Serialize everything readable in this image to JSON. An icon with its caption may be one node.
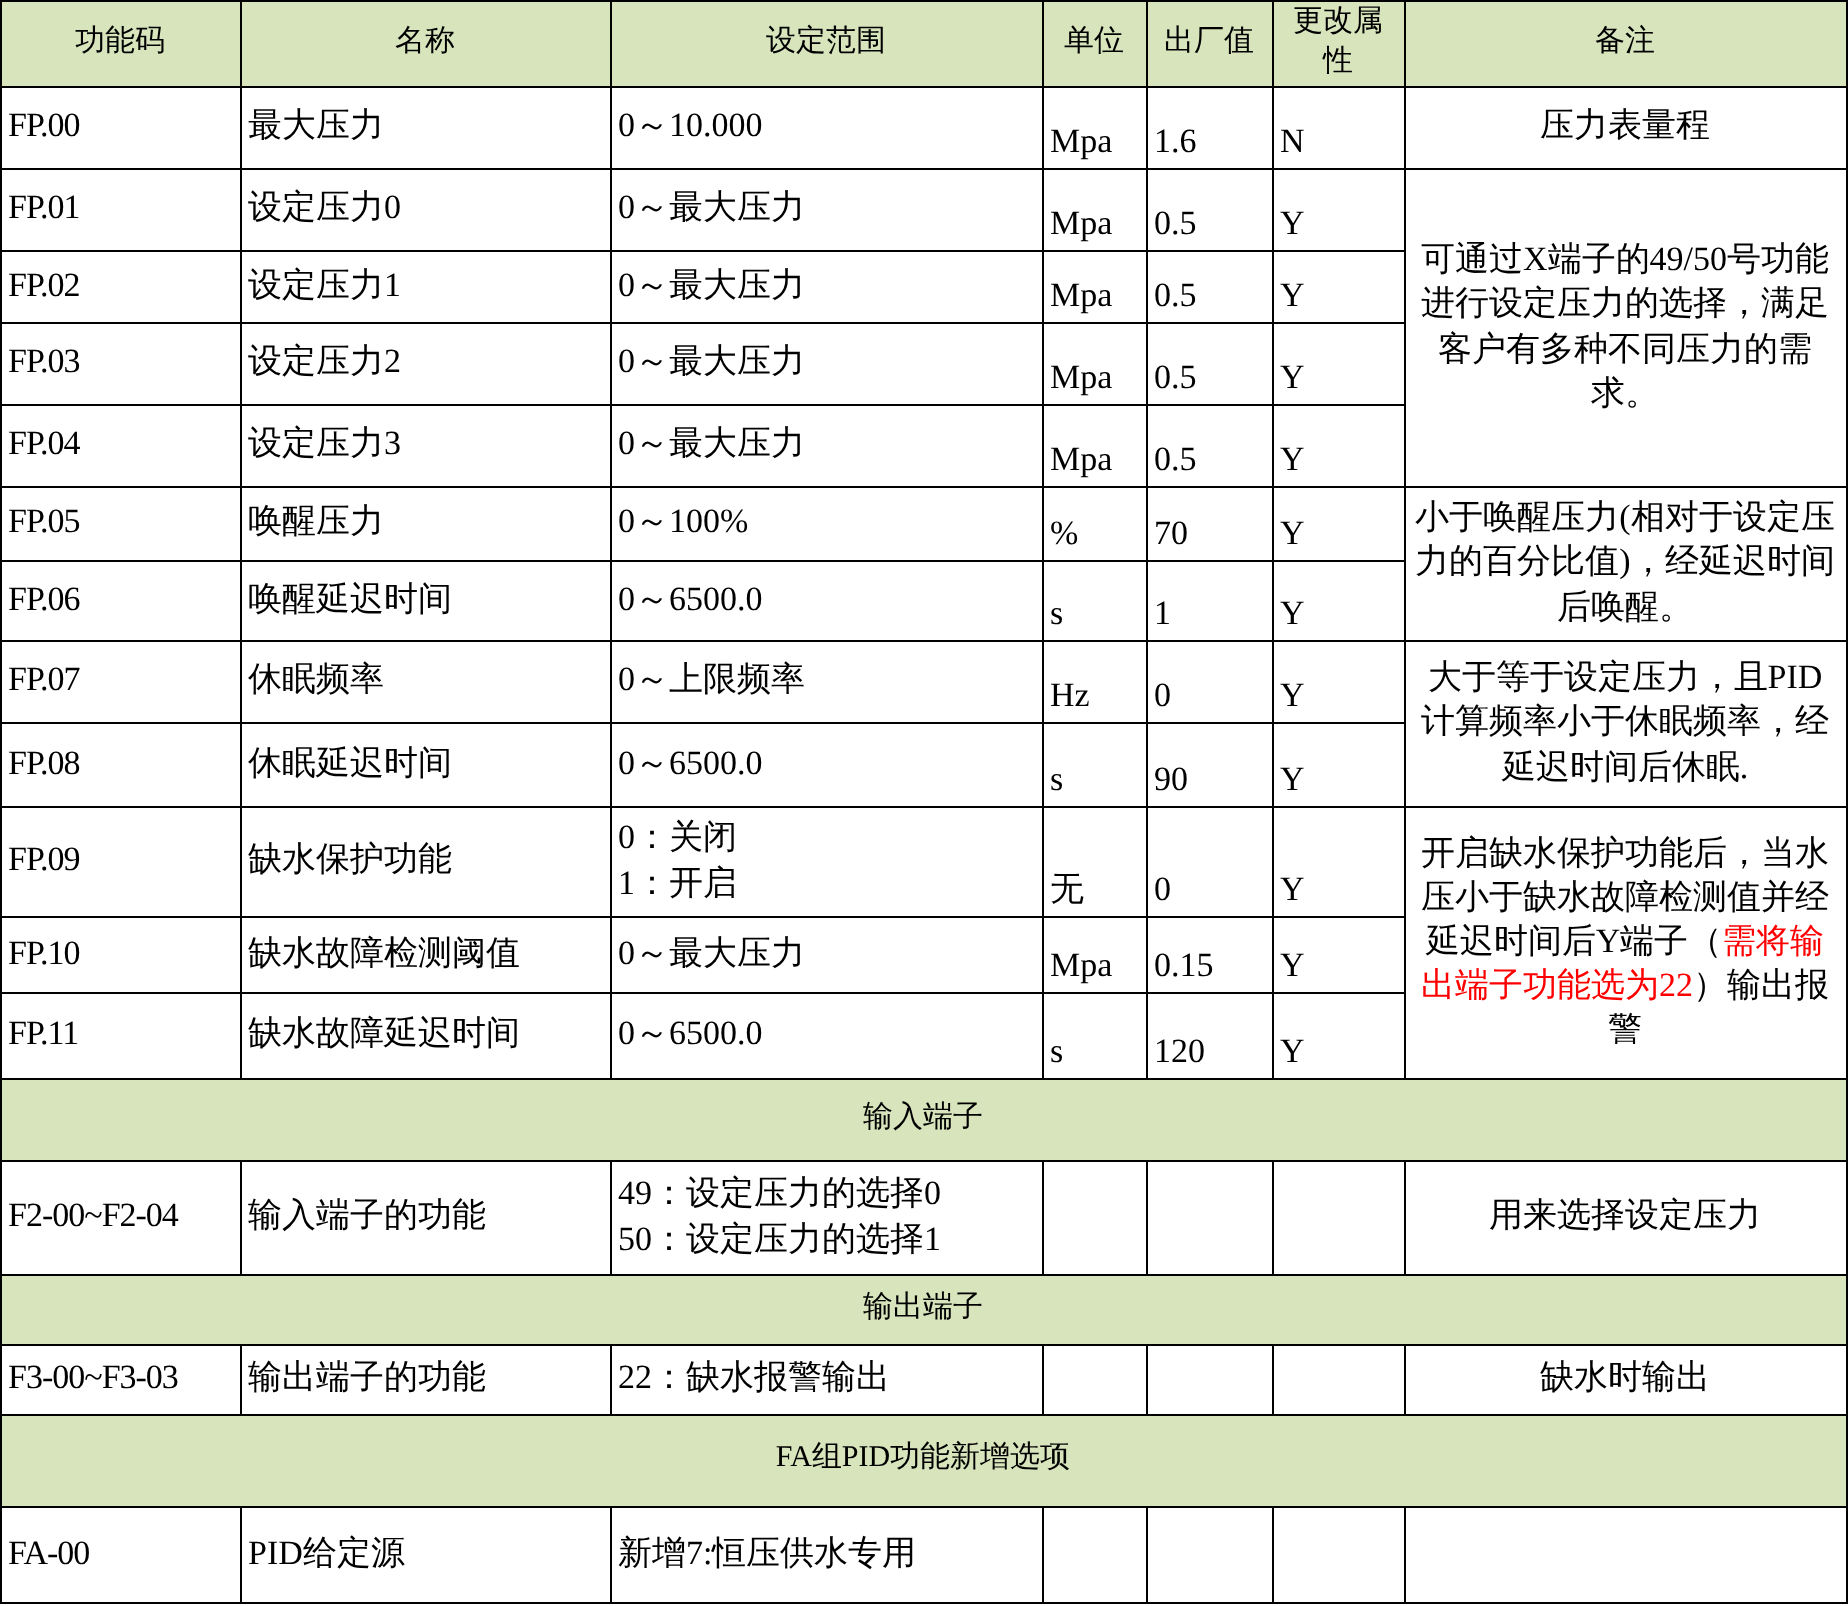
{
  "diagram": {
    "labels": [
      "功能码",
      "名称",
      "设定范围",
      "单位",
      "出厂值",
      "更改属性",
      "备注",
      "FP.00",
      "最大压力",
      "0～10.000",
      "Mpa",
      "1.6",
      "N",
      "压力表量程",
      "FP.01",
      "设定压力0",
      "0～最大压力",
      "Mpa",
      "0.5",
      "Y",
      "可通过X端子的49/50号功能进行设定压力的选择，满足客户有多种不同压力的需求。",
      "FP.02",
      "设定压力1",
      "0～最大压力",
      "Mpa",
      "0.5",
      "Y",
      "FP.03",
      "设定压力2",
      "0～最大压力",
      "Mpa",
      "0.5",
      "Y",
      "FP.04",
      "设定压力3",
      "0～最大压力",
      "Mpa",
      "0.5",
      "Y",
      "FP.05",
      "唤醒压力",
      "0～100%",
      "%",
      "70",
      "Y",
      "小于唤醒压力(相对于设定压力的百分比值)，经延迟时间后唤醒。",
      "FP.06",
      "唤醒延迟时间",
      "0～6500.0",
      "s",
      "1",
      "Y",
      "FP.07",
      "休眠频率",
      "0～上限频率",
      "Hz",
      "0",
      "Y",
      "大于等于设定压力，且PID计算频率小于休眠频率，经延迟时间后休眠.",
      "FP.08",
      "休眠延迟时间",
      "0～6500.0",
      "s",
      "90",
      "Y",
      "FP.09",
      "缺水保护功能",
      "0：关闭",
      "1：开启",
      "无",
      "0",
      "Y",
      "开启缺水保护功能后，当水压小于缺水故障检测值并经延迟时间后Y端子（",
      "需将输出端子功能选为22",
      "）输出报警",
      "FP.10",
      "缺水故障检测阈值",
      "0～最大压力",
      "Mpa",
      "0.15",
      "Y",
      "FP.11",
      "缺水故障延迟时间",
      "0～6500.0",
      "s",
      "120",
      "Y",
      "输入端子",
      "F2-00~F2-04",
      "输入端子的功能",
      "49：设定压力的选择0",
      "50：设定压力的选择1",
      "用来选择设定压力",
      "输出端子",
      "F3-00~F3-03",
      "输出端子的功能",
      "22：缺水报警输出",
      "缺水时输出",
      "FA组PID功能新增选项",
      "FA-00",
      "PID给定源",
      "新增7:恒压供水专用"
    ]
  }
}
